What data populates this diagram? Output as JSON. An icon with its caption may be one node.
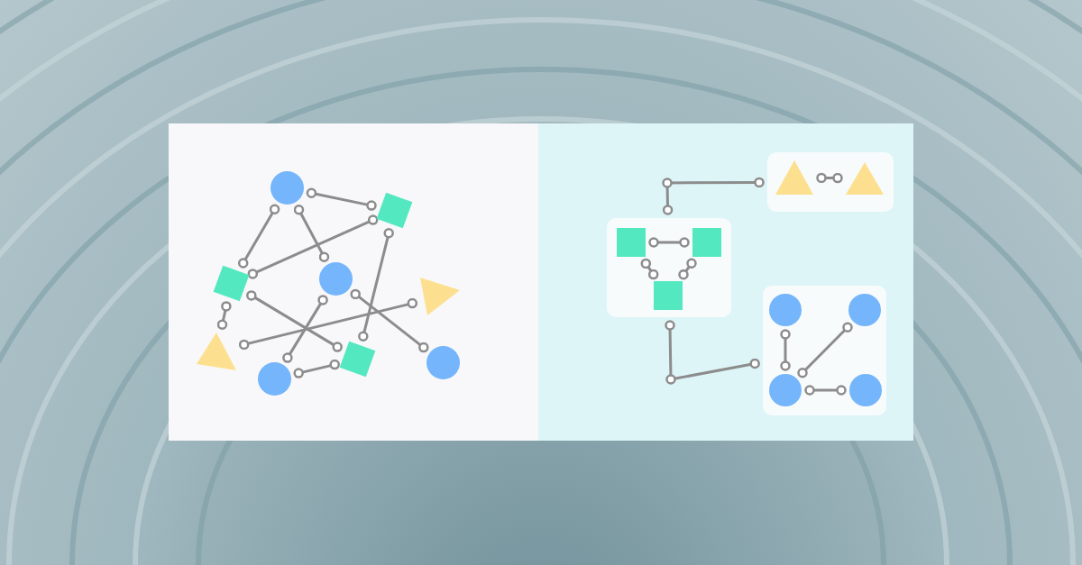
{
  "diagram": {
    "nodes": [
      {
        "text": [],
        "shape": "box"
      },
      {
        "text": [],
        "shape": "circle",
        "in": 0
      },
      {
        "text": [],
        "shape": "box",
        "in": 0
      },
      {
        "text": [],
        "shape": "circle",
        "in": 0
      },
      {
        "text": [],
        "shape": "box",
        "in": 0
      },
      {
        "text": [],
        "shape": "triangle",
        "in": 0
      },
      {
        "text": [],
        "shape": "box",
        "in": 0
      },
      {
        "text": [],
        "shape": "triangle",
        "in": 0
      },
      {
        "text": [],
        "shape": "circle",
        "in": 0
      },
      {
        "text": [],
        "shape": "circle",
        "in": 0
      },
      {
        "text": [],
        "shape": "box"
      },
      {
        "text": [],
        "shape": "box",
        "in": 10
      },
      {
        "text": [],
        "shape": "triangle",
        "in": 11
      },
      {
        "text": [],
        "shape": "triangle",
        "in": 11
      },
      {
        "text": [],
        "shape": "box",
        "in": 10
      },
      {
        "text": [],
        "shape": "box",
        "in": 14
      },
      {
        "text": [],
        "shape": "box",
        "in": 14
      },
      {
        "text": [],
        "shape": "box",
        "in": 14
      },
      {
        "text": [],
        "shape": "box",
        "in": 10
      },
      {
        "text": [],
        "shape": "circle",
        "in": 18
      },
      {
        "text": [],
        "shape": "circle",
        "in": 18
      },
      {
        "text": [],
        "shape": "circle",
        "in": 18
      },
      {
        "text": [],
        "shape": "circle",
        "in": 18
      }
    ],
    "edges": [
      {
        "from": 1,
        "to": 2,
        "arrow": "other"
      },
      {
        "from": 1,
        "to": 4,
        "arrow": "other"
      },
      {
        "from": 1,
        "to": 3,
        "arrow": "other"
      },
      {
        "from": 2,
        "to": 4,
        "arrow": "other"
      },
      {
        "from": 2,
        "to": 6,
        "arrow": "other"
      },
      {
        "from": 4,
        "to": 7,
        "arrow": "other"
      },
      {
        "from": 4,
        "to": 6,
        "arrow": "other"
      },
      {
        "from": 3,
        "to": 9,
        "arrow": "other"
      },
      {
        "from": 7,
        "to": 5,
        "arrow": "other"
      },
      {
        "from": 3,
        "to": 8,
        "arrow": "other"
      },
      {
        "from": 9,
        "to": 6,
        "arrow": "other"
      },
      {
        "from": 14,
        "to": 11,
        "arrow": "other"
      },
      {
        "from": 15,
        "to": 16,
        "arrow": "other"
      },
      {
        "from": 15,
        "to": 17,
        "arrow": "other"
      },
      {
        "from": 16,
        "to": 17,
        "arrow": "other"
      },
      {
        "from": 12,
        "to": 13,
        "arrow": "other"
      },
      {
        "from": 14,
        "to": 18,
        "arrow": "other"
      },
      {
        "from": 19,
        "to": 21,
        "arrow": "other"
      },
      {
        "from": 20,
        "to": 21,
        "arrow": "other"
      },
      {
        "from": 21,
        "to": 22,
        "arrow": "other"
      }
    ]
  }
}
